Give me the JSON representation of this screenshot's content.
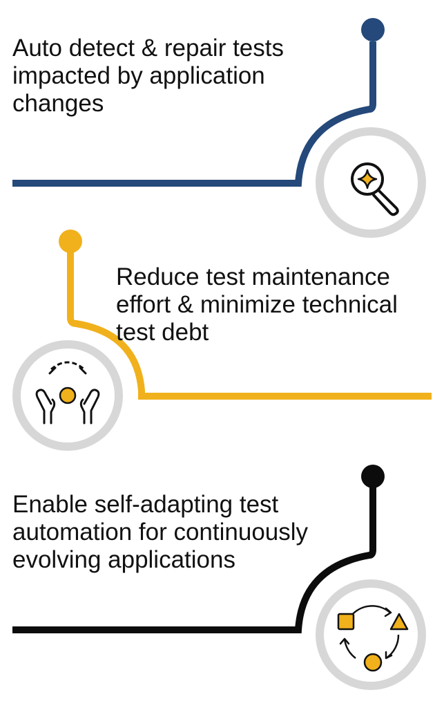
{
  "features": [
    {
      "text": "Auto detect & repair tests\nimpacted by application\nchanges",
      "color": "#24497a",
      "icon": "magnify-spark-icon"
    },
    {
      "text": "Reduce test maintenance\neffort & minimize technical\n    test debt",
      "color": "#f0b11c",
      "icon": "hands-gear-icon"
    },
    {
      "text": "Enable self-adapting test\nautomation for continuously\nevolving applications",
      "color": "#0c0c0c",
      "icon": "shapes-cycle-icon"
    }
  ],
  "icon_accent_color": "#f0b11c",
  "badge_ring_color": "#d7d7d7"
}
